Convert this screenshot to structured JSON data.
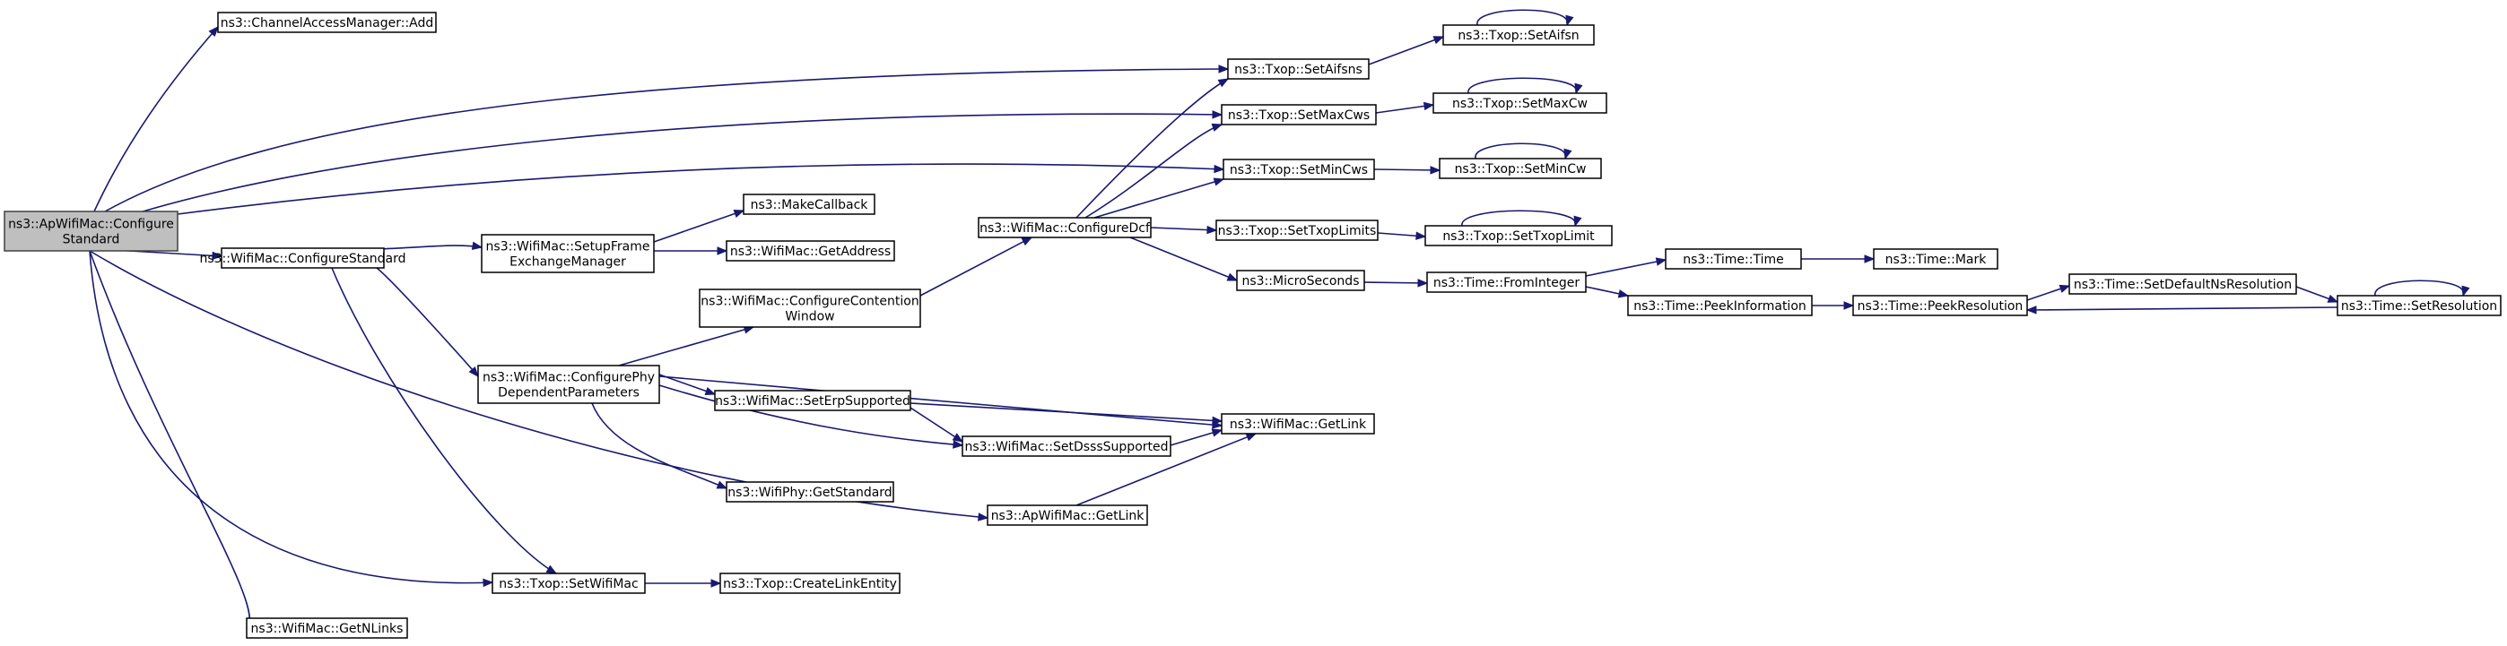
{
  "graph": {
    "nodes": [
      {
        "id": "n_root",
        "lines": [
          "ns3::ApWifiMac::Configure",
          "Standard"
        ],
        "root": true
      },
      {
        "id": "n_cam_add",
        "lines": [
          "ns3::ChannelAccessManager::Add"
        ]
      },
      {
        "id": "n_setaifsns",
        "lines": [
          "ns3::Txop::SetAifsns"
        ]
      },
      {
        "id": "n_setaifsn",
        "lines": [
          "ns3::Txop::SetAifsn"
        ]
      },
      {
        "id": "n_setmaxcws",
        "lines": [
          "ns3::Txop::SetMaxCws"
        ]
      },
      {
        "id": "n_setmaxcw",
        "lines": [
          "ns3::Txop::SetMaxCw"
        ]
      },
      {
        "id": "n_setmincws",
        "lines": [
          "ns3::Txop::SetMinCws"
        ]
      },
      {
        "id": "n_setmincw",
        "lines": [
          "ns3::Txop::SetMinCw"
        ]
      },
      {
        "id": "n_makecallback",
        "lines": [
          "ns3::MakeCallback"
        ]
      },
      {
        "id": "n_setupfem",
        "lines": [
          "ns3::WifiMac::SetupFrame",
          "ExchangeManager"
        ]
      },
      {
        "id": "n_getaddress",
        "lines": [
          "ns3::WifiMac::GetAddress"
        ]
      },
      {
        "id": "n_configuredcf",
        "lines": [
          "ns3::WifiMac::ConfigureDcf"
        ]
      },
      {
        "id": "n_settxoplimits",
        "lines": [
          "ns3::Txop::SetTxopLimits"
        ]
      },
      {
        "id": "n_settxoplimit",
        "lines": [
          "ns3::Txop::SetTxopLimit"
        ]
      },
      {
        "id": "n_configurestandard",
        "lines": [
          "ns3::WifiMac::ConfigureStandard"
        ]
      },
      {
        "id": "n_configcw",
        "lines": [
          "ns3::WifiMac::ConfigureContention",
          "Window"
        ]
      },
      {
        "id": "n_microseconds",
        "lines": [
          "ns3::MicroSeconds"
        ]
      },
      {
        "id": "n_frominteger",
        "lines": [
          "ns3::Time::FromInteger"
        ]
      },
      {
        "id": "n_time",
        "lines": [
          "ns3::Time::Time"
        ]
      },
      {
        "id": "n_mark",
        "lines": [
          "ns3::Time::Mark"
        ]
      },
      {
        "id": "n_peekinfo",
        "lines": [
          "ns3::Time::PeekInformation"
        ]
      },
      {
        "id": "n_peekres",
        "lines": [
          "ns3::Time::PeekResolution"
        ]
      },
      {
        "id": "n_setdefaultns",
        "lines": [
          "ns3::Time::SetDefaultNsResolution"
        ]
      },
      {
        "id": "n_setresolution",
        "lines": [
          "ns3::Time::SetResolution"
        ]
      },
      {
        "id": "n_configphy",
        "lines": [
          "ns3::WifiMac::ConfigurePhy",
          "DependentParameters"
        ]
      },
      {
        "id": "n_seterp",
        "lines": [
          "ns3::WifiMac::SetErpSupported"
        ]
      },
      {
        "id": "n_getlink",
        "lines": [
          "ns3::WifiMac::GetLink"
        ]
      },
      {
        "id": "n_setdsss",
        "lines": [
          "ns3::WifiMac::SetDsssSupported"
        ]
      },
      {
        "id": "n_getstandard",
        "lines": [
          "ns3::WifiPhy::GetStandard"
        ]
      },
      {
        "id": "n_apgetlink",
        "lines": [
          "ns3::ApWifiMac::GetLink"
        ]
      },
      {
        "id": "n_setwifimac",
        "lines": [
          "ns3::Txop::SetWifiMac"
        ]
      },
      {
        "id": "n_createlink",
        "lines": [
          "ns3::Txop::CreateLinkEntity"
        ]
      },
      {
        "id": "n_getnlinks",
        "lines": [
          "ns3::WifiMac::GetNLinks"
        ]
      }
    ]
  }
}
